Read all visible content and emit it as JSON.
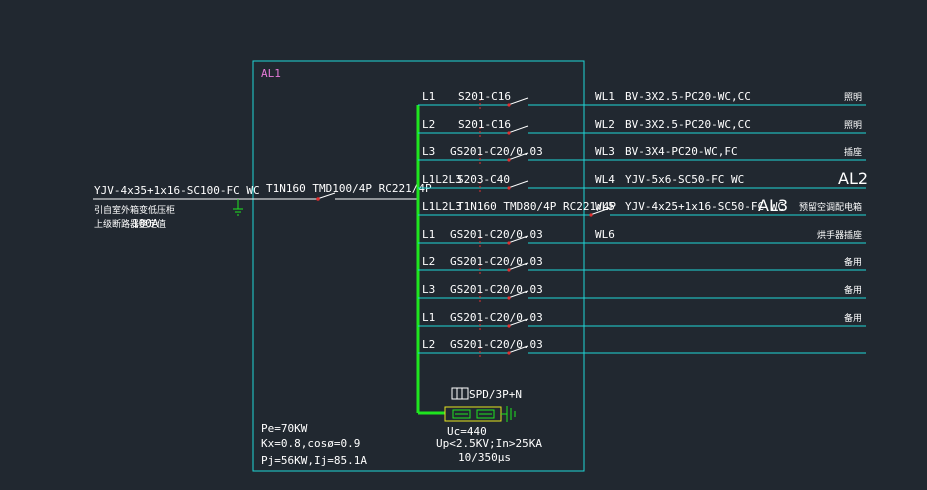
{
  "colors": {
    "background": "#212830",
    "cyan": "#1fd6d6",
    "green": "#1fe61f",
    "red": "#e03030",
    "yellow": "#e6e61f",
    "magenta": "#e67ad8",
    "white": "#ffffff"
  },
  "panel": {
    "name": "AL1",
    "summary": [
      "Pe=70KW",
      "Kx=0.8,cosø=0.9",
      "Pj=56KW,Ij=85.1A"
    ]
  },
  "incoming": {
    "cable": "YJV-4x35+1x16-SC100-FC  WC",
    "breaker": "T1N160  TMD100/4P  RC221/4P",
    "note1": "引自室外箱变低压柜",
    "note2": "上级断路器整定值",
    "note2_value": "100A"
  },
  "circuits": [
    {
      "phase": "L1",
      "breaker": "S201-C16",
      "id": "WL1",
      "cable": "BV-3X2.5-PC20-WC,CC",
      "use": "照明",
      "use_large": ""
    },
    {
      "phase": "L2",
      "breaker": "S201-C16",
      "id": "WL2",
      "cable": "BV-3X2.5-PC20-WC,CC",
      "use": "照明",
      "use_large": ""
    },
    {
      "phase": "L3",
      "breaker": "GS201-C20/0.03",
      "id": "WL3",
      "cable": "BV-3X4-PC20-WC,FC",
      "use": "插座",
      "use_large": ""
    },
    {
      "phase": "L1L2L3",
      "breaker": "S203-C40",
      "id": "WL4",
      "cable": "YJV-5x6-SC50-FC  WC",
      "use": "",
      "use_large": "AL2"
    },
    {
      "phase": "L1L2L3",
      "breaker": "T1N160  TMD80/4P  RC221/4P",
      "id": "WL5",
      "cable": "YJV-4x25+1x16-SC50-FC  WC",
      "use": "预留空调配电箱",
      "use_large": "AL3"
    },
    {
      "phase": "L1",
      "breaker": "GS201-C20/0.03",
      "id": "WL6",
      "cable": "",
      "use": "烘手器插座",
      "use_large": ""
    },
    {
      "phase": "L2",
      "breaker": "GS201-C20/0.03",
      "id": "",
      "cable": "",
      "use": "备用",
      "use_large": ""
    },
    {
      "phase": "L3",
      "breaker": "GS201-C20/0.03",
      "id": "",
      "cable": "",
      "use": "备用",
      "use_large": ""
    },
    {
      "phase": "L1",
      "breaker": "GS201-C20/0.03",
      "id": "",
      "cable": "",
      "use": "备用",
      "use_large": ""
    },
    {
      "phase": "L2",
      "breaker": "GS201-C20/0.03",
      "id": "",
      "cable": "",
      "use": "",
      "use_large": ""
    }
  ],
  "spd": {
    "label": "SPD/3P+N",
    "uc": "Uc=440",
    "up": "Up<2.5KV;In>25KA",
    "wave": "10/350μs"
  }
}
